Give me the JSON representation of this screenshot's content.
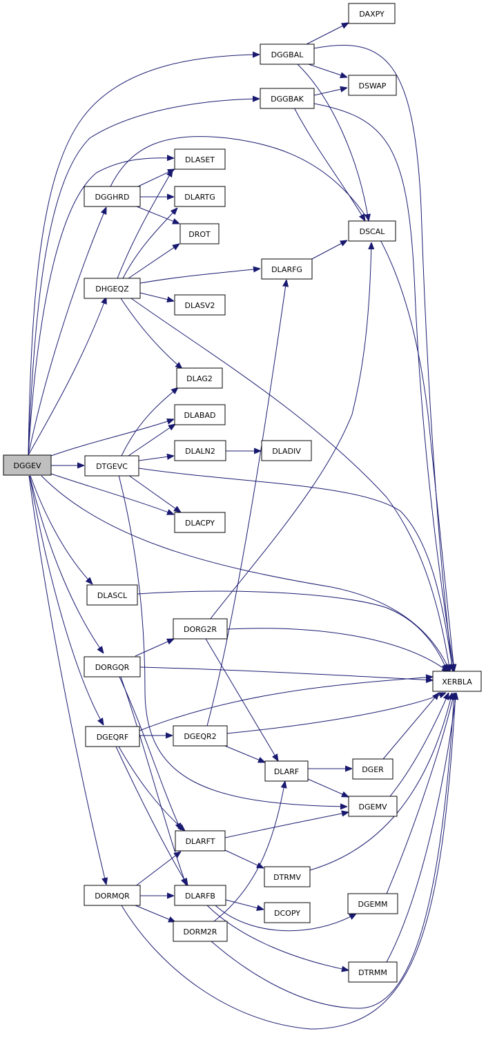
{
  "colors": {
    "edge": "#191970",
    "root_fill": "#bfbfbf",
    "node_fill": "#ffffff",
    "border": "#000000"
  },
  "nodes": {
    "DGGEV": "DGGEV",
    "DGGBAL": "DGGBAL",
    "DAXPY": "DAXPY",
    "DGGBAK": "DGGBAK",
    "DSWAP": "DSWAP",
    "DLASET": "DLASET",
    "DGGHRD": "DGGHRD",
    "DLARTG": "DLARTG",
    "DROT": "DROT",
    "DSCAL": "DSCAL",
    "DHGEQZ": "DHGEQZ",
    "DLARFG": "DLARFG",
    "DLASV2": "DLASV2",
    "DLAG2": "DLAG2",
    "DLABAD": "DLABAD",
    "DTGEVC": "DTGEVC",
    "DLALN2": "DLALN2",
    "DLADIV": "DLADIV",
    "DLACPY": "DLACPY",
    "DLASCL": "DLASCL",
    "DORG2R": "DORG2R",
    "DORGQR": "DORGQR",
    "XERBLA": "XERBLA",
    "DGEQRF": "DGEQRF",
    "DGEQR2": "DGEQR2",
    "DLARF": "DLARF",
    "DGER": "DGER",
    "DGEMV": "DGEMV",
    "DLARFT": "DLARFT",
    "DTRMV": "DTRMV",
    "DORMQR": "DORMQR",
    "DLARFB": "DLARFB",
    "DCOPY": "DCOPY",
    "DGEMM": "DGEMM",
    "DORM2R": "DORM2R",
    "DTRMM": "DTRMM"
  }
}
